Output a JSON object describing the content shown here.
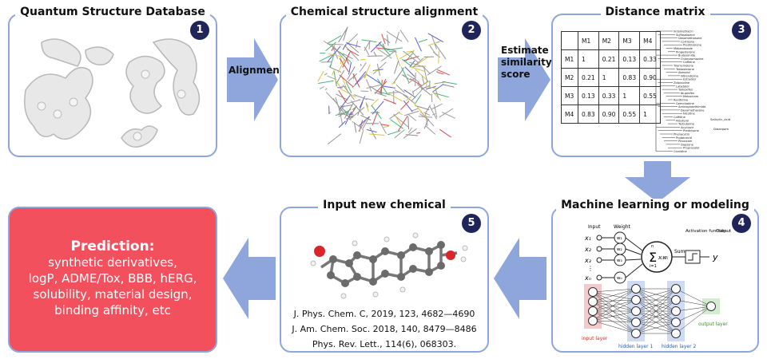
{
  "panels": {
    "p1": {
      "title": "Quantum Structure Database",
      "number": "1"
    },
    "p2": {
      "title": "Chemical structure alignment",
      "number": "2"
    },
    "p3": {
      "title": "Distance matrix",
      "number": "3"
    },
    "p4": {
      "title": "Machine learning or modeling",
      "number": "4"
    },
    "p5": {
      "title": "Input new chemical",
      "number": "5"
    }
  },
  "arrows": {
    "alignment": "Alignment",
    "estimate": [
      "Estimate",
      "similarity",
      "score"
    ]
  },
  "matrix": {
    "header": [
      "",
      "M1",
      "M2",
      "M3",
      "M4"
    ],
    "rows": [
      [
        "M1",
        "1",
        "0.21",
        "0.13",
        "0.33"
      ],
      [
        "M2",
        "0.21",
        "1",
        "0.83",
        "0.90"
      ],
      [
        "M3",
        "0.13",
        "0.33",
        "1",
        "0.55"
      ],
      [
        "M4",
        "0.83",
        "0.90",
        "0.55",
        "1"
      ]
    ]
  },
  "dendrogram": {
    "labels": [
      "Indomethacin",
      "Sulfasalazine",
      "Dexamethasone",
      "Cortisone",
      "Prednisolone",
      "Mebendazole",
      "Progesterone",
      "Budesonide",
      "Chlorpromazine",
      "Caffeine",
      "Triamcinolone",
      "Testosterone",
      "Atenolol",
      "Nitrendipine",
      "Estradiol",
      "Zidovudine",
      "Labetalol",
      "Tamoxifen",
      "Ibuprofen",
      "Meloxicam",
      "Ranitidine",
      "Gemcitabine",
      "Aminoglutethimide",
      "Dexamethasone",
      "Nicotine",
      "Caffeine",
      "Albuterol",
      "Terbutaline",
      "Acyclovir",
      "Prednisone",
      "Phenacetin",
      "Probenecid",
      "Piroxicam",
      "Dapsone",
      "Propranolol",
      "Clonidine"
    ],
    "special": [
      "Salicylic_acid",
      "Diazepam"
    ]
  },
  "perceptron": {
    "input_label": "Input",
    "weight_label": "Weight",
    "inputs": [
      "x₁",
      "x₂",
      "x₃",
      "⋮",
      "xₙ"
    ],
    "weights": [
      "w₁",
      "w₂",
      "w₃",
      "wₙ"
    ],
    "sum_symbol": "Σ",
    "sum_top": "n",
    "sum_bottom": "i=1",
    "sum_term": "xᵢwᵢ",
    "sum_label": "Sum",
    "activation_label": "Activation function",
    "output_label": "Output",
    "output_symbol": "y"
  },
  "network": {
    "input_layer": "input layer",
    "hidden1": "hidden layer 1",
    "hidden2": "hidden layer 2",
    "output_layer": "output layer"
  },
  "references": [
    "J. Phys. Chem. C, 2019, 123, 4682—4690",
    "J. Am. Chem. Soc. 2018, 140, 8479—8486",
    "Phys. Rev. Lett., 114(6), 068303."
  ],
  "prediction": {
    "title": "Prediction:",
    "lines": [
      "synthetic derivatives,",
      "logP, ADME/Tox, BBB, hERG,",
      "solubility, material design,",
      "binding affinity, etc"
    ]
  },
  "colors": {
    "panel_border": "#8ea6dc",
    "arrow": "#8ea6dc",
    "prediction_bg": "#f2505d",
    "badge": "#1f2559"
  }
}
